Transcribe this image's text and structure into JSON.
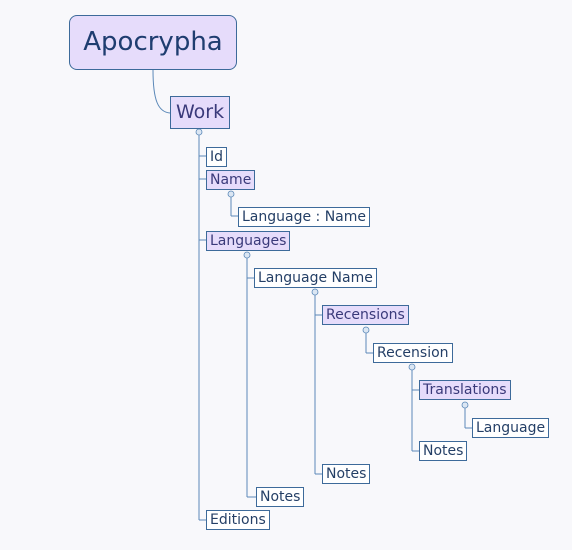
{
  "root": {
    "label": "Apocrypha"
  },
  "nodes": {
    "work": "Work",
    "id": "Id",
    "name": "Name",
    "language_name_pair": "Language : Name",
    "languages": "Languages",
    "language_name": "Language Name",
    "recensions": "Recensions",
    "recension": "Recension",
    "translations": "Translations",
    "language": "Language",
    "notes_recension": "Notes",
    "notes_language_name": "Notes",
    "notes_languages": "Notes",
    "editions": "Editions"
  },
  "colors": {
    "background": "#f8f8fb",
    "highlight_fill": "#e6dcfb",
    "border": "#3d6a9a",
    "connector": "#5b88b8",
    "text": "#243f66"
  }
}
